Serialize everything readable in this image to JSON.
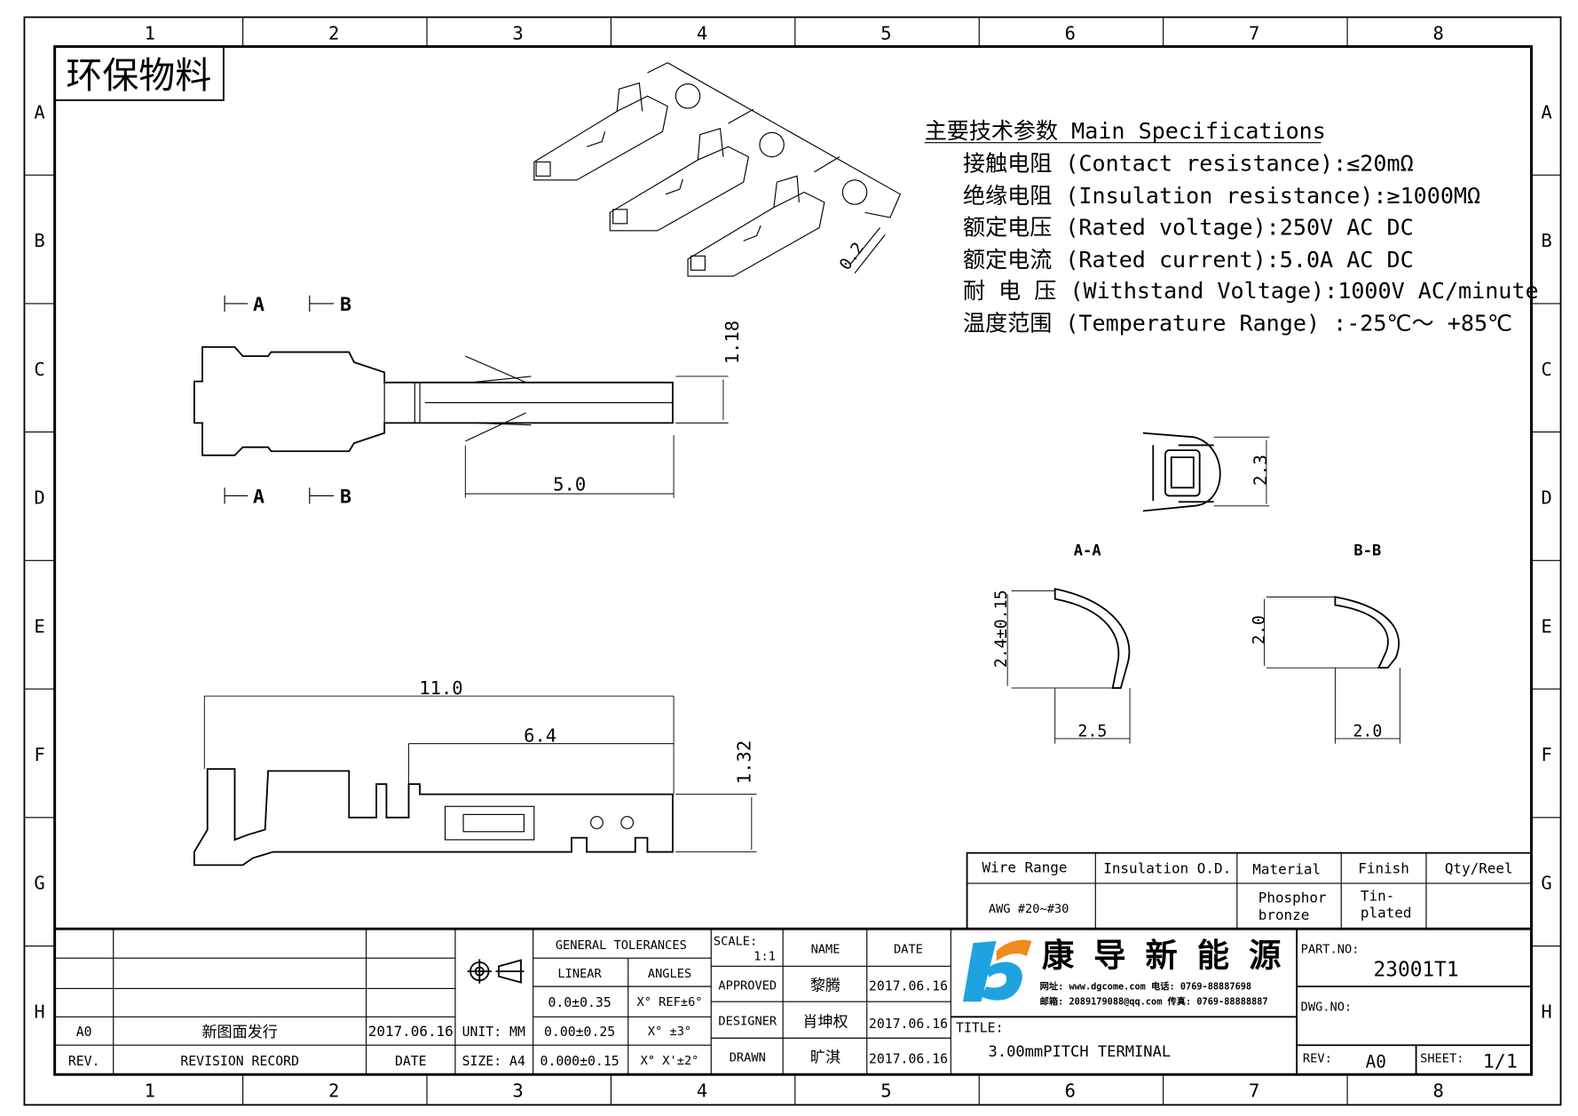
{
  "frame": {
    "columns": [
      "1",
      "2",
      "3",
      "4",
      "5",
      "6",
      "7",
      "8"
    ],
    "rows": [
      "A",
      "B",
      "C",
      "D",
      "E",
      "F",
      "G",
      "H"
    ]
  },
  "eco_label": "环保物料",
  "specs": {
    "title": "主要技术参数 Main Specifications",
    "lines": [
      "接触电阻 (Contact resistance):≤20mΩ",
      "绝缘电阻 (Insulation resistance):≥1000MΩ",
      "额定电压 (Rated voltage):250V AC DC",
      "额定电流 (Rated current):5.0A AC DC",
      "耐 电 压 (Withstand Voltage):1000V AC/minute",
      "温度范围 (Temperature Range) :-25℃～ +85℃"
    ]
  },
  "dimensions": {
    "section_a": "A",
    "section_b": "B",
    "height_top": "1.18",
    "length_top": "5.0",
    "total_length": "11.0",
    "partial_length": "6.4",
    "height_side": "1.32",
    "front_height": "2.3",
    "strip_thickness": "0.2",
    "aa_label": "A-A",
    "bb_label": "B-B",
    "aa_height": "2.4±0.15",
    "aa_width": "2.5",
    "bb_height": "2.0",
    "bb_width": "2.0"
  },
  "spec_table": {
    "headers": [
      "Wire Range",
      "Insulation O.D.",
      "Material",
      "Finish",
      "Qty/Reel"
    ],
    "values": [
      "AWG #20~#30",
      "",
      "Phosphor\nbronze",
      "Tin-\nplated",
      ""
    ]
  },
  "title_block": {
    "revision": {
      "rev": "A0",
      "record": "新图面发行",
      "date": "2017.06.16",
      "rev_header": "REV.",
      "record_header": "REVISION RECORD",
      "date_header": "DATE"
    },
    "unit": "UNIT: MM",
    "size": "SIZE: A4",
    "tolerances": {
      "title": "GENERAL TOLERANCES",
      "linear_header": "LINEAR",
      "angles_header": "ANGLES",
      "linear": [
        "0.0±0.35",
        "0.00±0.25",
        "0.000±0.15"
      ],
      "angles": [
        "X° REF±6°",
        "X° ±3°",
        "X° X'±2°"
      ]
    },
    "scale_label": "SCALE:",
    "scale": "1:1",
    "name_header": "NAME",
    "date_header": "DATE",
    "approvals": [
      {
        "role": "APPROVED",
        "name": "黎腾",
        "date": "2017.06.16"
      },
      {
        "role": "DESIGNER",
        "name": "肖坤权",
        "date": "2017.06.16"
      },
      {
        "role": "DRAWN",
        "name": "旷淇",
        "date": "2017.06.16"
      }
    ],
    "company": "康 导 新 能 源",
    "company_contact_1": "网址: www.dgcome.com   电话: 0769-88887698",
    "company_contact_2": "邮箱: 2089179088@qq.com 传真: 0769-88888887",
    "title_label": "TITLE:",
    "title": "3.00mmPITCH TERMINAL",
    "part_no_label": "PART.NO:",
    "part_no": "23001T1",
    "dwg_no_label": "DWG.NO:",
    "rev_label": "REV:",
    "rev": "A0",
    "sheet_label": "SHEET:",
    "sheet": "1/1"
  },
  "colors": {
    "logo_blue": "#1fa3e0",
    "logo_orange": "#f08a1c"
  }
}
